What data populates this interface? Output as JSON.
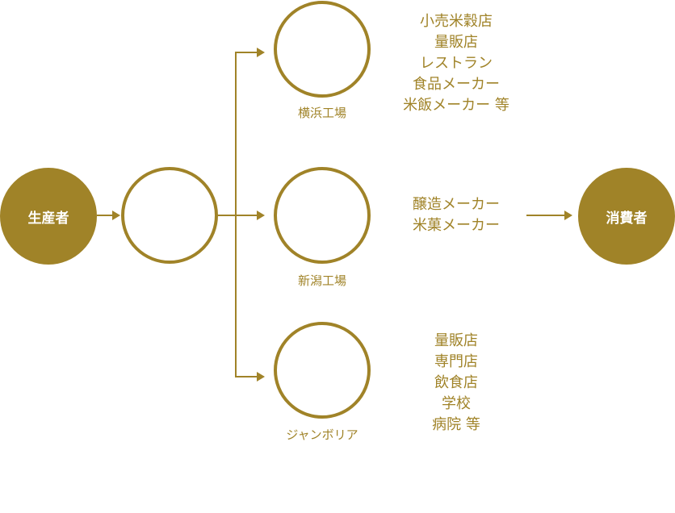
{
  "colors": {
    "accent": "#a08328",
    "on_accent": "#ffffff",
    "background": "#ffffff"
  },
  "producer": {
    "label": "生産者"
  },
  "consumer": {
    "label": "消費者"
  },
  "factories": [
    {
      "label": "横浜工場",
      "outlets": [
        "小売米穀店",
        "量販店",
        "レストラン",
        "食品メーカー",
        "米飯メーカー 等"
      ]
    },
    {
      "label": "新潟工場",
      "outlets": [
        "醸造メーカー",
        "米菓メーカー"
      ]
    },
    {
      "label": "ジャンボリア",
      "outlets": [
        "量販店",
        "専門店",
        "飲食店",
        "学校",
        "病院 等"
      ]
    }
  ]
}
